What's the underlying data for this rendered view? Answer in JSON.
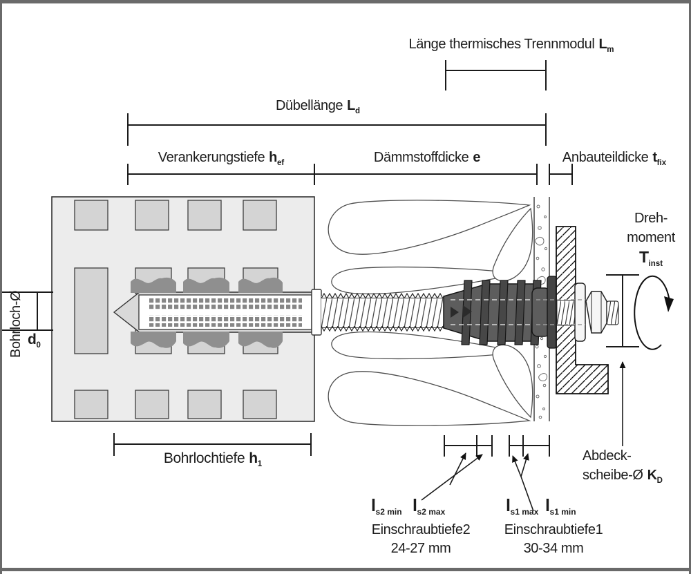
{
  "colors": {
    "text": "#1c1c1c",
    "dimension_line": "#1a1a1a",
    "frame": "#6a6a6a",
    "wall_background": "#ececec",
    "brick_cell": "#d4d4d4",
    "mortar": "#8f8f8f",
    "drill_hole": "#d9d9d9",
    "mesh_sleeve": "#868686",
    "thermal_module": "#5d5d5d",
    "module_rib": "#474747",
    "cover_disc": "#454545",
    "washer": "#f6f6f6"
  },
  "labels": {
    "trennmodul": {
      "text": "Länge thermisches Trennmodul",
      "sym": "L",
      "sub": "m"
    },
    "duebellaenge": {
      "text": "Dübellänge",
      "sym": "L",
      "sub": "d"
    },
    "verankerungstiefe": {
      "text": "Verankerungstiefe",
      "sym": "h",
      "sub": "ef"
    },
    "daemmstoffdicke": {
      "text": "Dämmstoffdicke",
      "sym": "e",
      "sub": ""
    },
    "anbauteildicke": {
      "text": "Anbauteildicke",
      "sym": "t",
      "sub": "fix"
    },
    "bohrloch": {
      "text": "Bohrloch-Ø",
      "sym": "d",
      "sub": "0"
    },
    "bohrlochtiefe": {
      "text": "Bohrlochtiefe",
      "sym": "h",
      "sub": "1"
    },
    "drehmoment": {
      "line1": "Dreh-",
      "line2": "moment",
      "sym": "T",
      "sub": "inst"
    },
    "abdeckscheibe": {
      "line1": "Abdeck-",
      "line2": "scheibe-Ø",
      "sym": "K",
      "sub": "D"
    },
    "ls2min": {
      "sym": "l",
      "sub": "s2 min"
    },
    "ls2max": {
      "sym": "l",
      "sub": "s2 max"
    },
    "ls1max": {
      "sym": "l",
      "sub": "s1 max"
    },
    "ls1min": {
      "sym": "l",
      "sub": "s1 min"
    },
    "einschraubtiefe2": {
      "title": "Einschraubtiefe2",
      "value": "24-27 mm"
    },
    "einschraubtiefe1": {
      "title": "Einschraubtiefe1",
      "value": "30-34 mm"
    }
  }
}
